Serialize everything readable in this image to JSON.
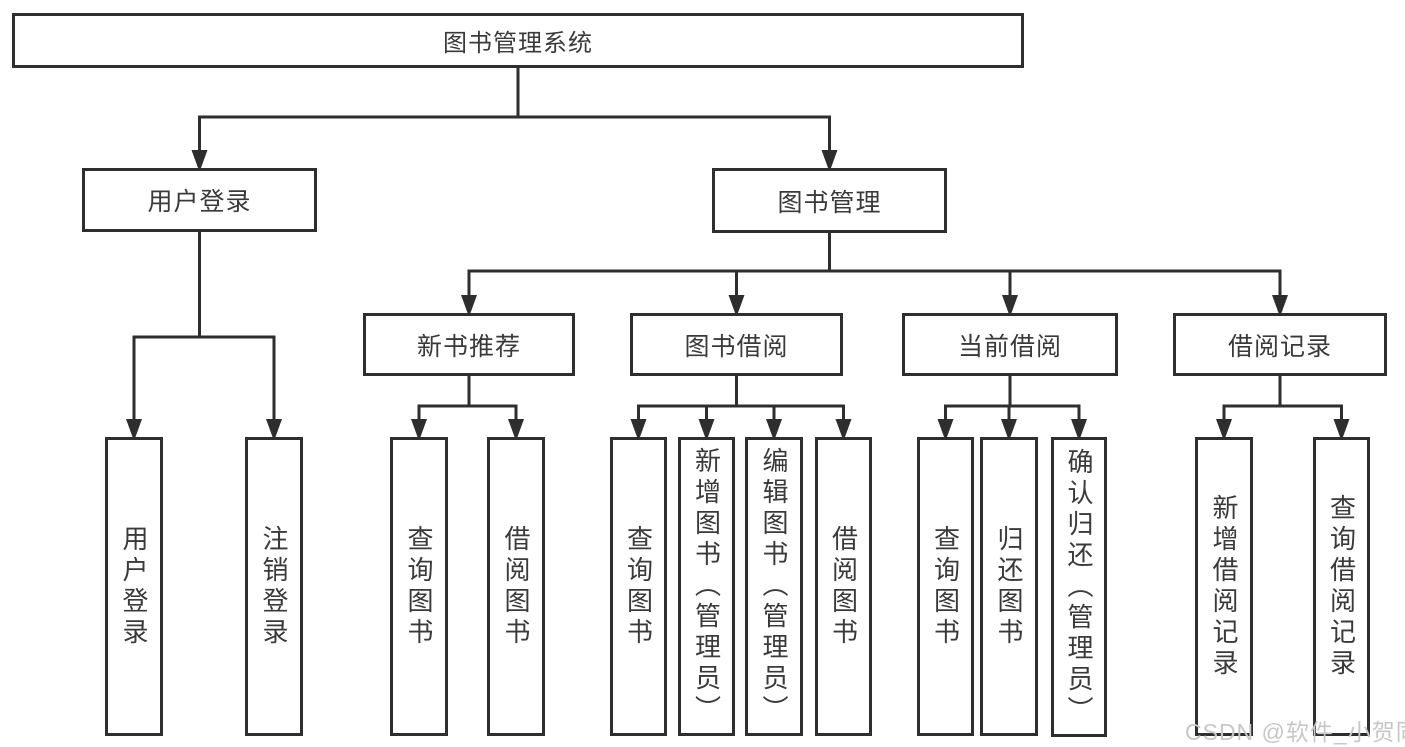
{
  "colors": {
    "line": "#2e2e2e",
    "text": "#3a3a3a",
    "box_bg": "#ffffff",
    "watermark": "#c7c7c7",
    "background": "#ffffff"
  },
  "watermark": {
    "text": "CSDN @软件_小贺同学"
  },
  "diagram": {
    "type": "org-tree",
    "title": "图书管理系统",
    "nodes": [
      {
        "id": "root",
        "label": "图书管理系统",
        "parent": null,
        "vertical": false
      },
      {
        "id": "user-login",
        "label": "用户登录",
        "parent": "root",
        "vertical": false
      },
      {
        "id": "book-management",
        "label": "图书管理",
        "parent": "root",
        "vertical": false
      },
      {
        "id": "new-book-recommend",
        "label": "新书推荐",
        "parent": "book-management",
        "vertical": false
      },
      {
        "id": "book-borrowing",
        "label": "图书借阅",
        "parent": "book-management",
        "vertical": false
      },
      {
        "id": "current-borrowing",
        "label": "当前借阅",
        "parent": "book-management",
        "vertical": false
      },
      {
        "id": "borrowing-records",
        "label": "借阅记录",
        "parent": "book-management",
        "vertical": false
      },
      {
        "id": "leaf-user-login",
        "label": "用户登录",
        "parent": "user-login",
        "vertical": true
      },
      {
        "id": "leaf-logout",
        "label": "注销登录",
        "parent": "user-login",
        "vertical": true
      },
      {
        "id": "leaf-query-books-recommend",
        "label": "查询图书",
        "parent": "new-book-recommend",
        "vertical": true
      },
      {
        "id": "leaf-borrow-books-recommend",
        "label": "借阅图书",
        "parent": "new-book-recommend",
        "vertical": true
      },
      {
        "id": "leaf-query-books-borrowing",
        "label": "查询图书",
        "parent": "book-borrowing",
        "vertical": true
      },
      {
        "id": "leaf-add-books",
        "label": "新增图书（管理员）",
        "parent": "book-borrowing",
        "vertical": true
      },
      {
        "id": "leaf-edit-books",
        "label": "编辑图书（管理员）",
        "parent": "book-borrowing",
        "vertical": true
      },
      {
        "id": "leaf-borrow-books-borrowing",
        "label": "借阅图书",
        "parent": "book-borrowing",
        "vertical": true
      },
      {
        "id": "leaf-query-books-current",
        "label": "查询图书",
        "parent": "current-borrowing",
        "vertical": true
      },
      {
        "id": "leaf-return-books",
        "label": "归还图书",
        "parent": "current-borrowing",
        "vertical": true
      },
      {
        "id": "leaf-confirm-return",
        "label": "确认归还（管理员）",
        "parent": "current-borrowing",
        "vertical": true
      },
      {
        "id": "leaf-add-borrow-record",
        "label": "新增借阅记录",
        "parent": "borrowing-records",
        "vertical": true
      },
      {
        "id": "leaf-query-borrow-record",
        "label": "查询借阅记录",
        "parent": "borrowing-records",
        "vertical": true
      }
    ]
  }
}
